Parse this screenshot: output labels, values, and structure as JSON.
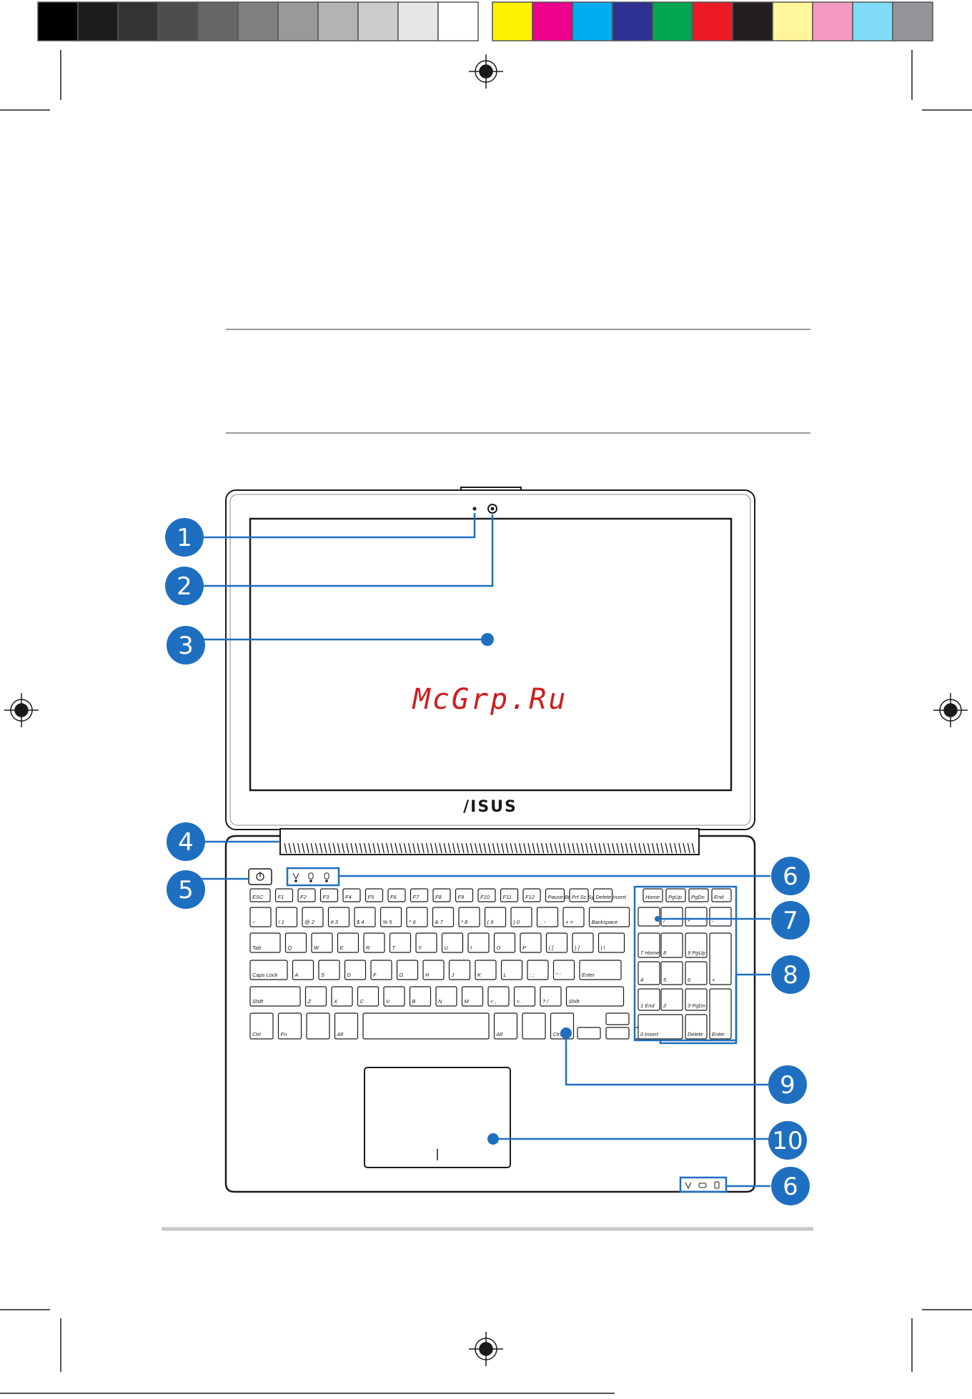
{
  "color_bar": {
    "grays": [
      "#000000",
      "#1c1c1c",
      "#333333",
      "#4d4d4d",
      "#666666",
      "#808080",
      "#999999",
      "#b3b3b3",
      "#cccccc",
      "#e6e6e6",
      "#ffffff"
    ],
    "colors": [
      "#fff200",
      "#ec008c",
      "#00aeef",
      "#2e3192",
      "#00a651",
      "#ed1c24",
      "#231f20",
      "#fff799",
      "#f49ac1",
      "#7fdbf7",
      "#939598"
    ]
  },
  "diagram": {
    "brand": "/ISUS",
    "watermark": "McGrp.Ru",
    "accent_color": "#1f6fc0",
    "callouts": [
      "1",
      "2",
      "3",
      "4",
      "5",
      "6",
      "7",
      "8",
      "9",
      "10",
      "6"
    ]
  },
  "keyboard": {
    "row_fn": [
      "ESC",
      "F1",
      "F2",
      "F3",
      "F4",
      "F5",
      "F6",
      "F7",
      "F8",
      "F9",
      "F10",
      "F11",
      "F12",
      "Pause Break",
      "Prt Sc SysRq",
      "Delete Insert"
    ],
    "row_num": [
      "~",
      "! 1",
      "@ 2",
      "# 3",
      "$ 4",
      "% 5",
      "^ 6",
      "& 7",
      "* 8",
      "( 9",
      ") 0",
      "_ -",
      "+ =",
      "Backspace"
    ],
    "row_q": [
      "Tab",
      "Q",
      "W",
      "E",
      "R",
      "T",
      "Y",
      "U",
      "I",
      "O",
      "P",
      "{ [",
      "} ]",
      "| \\"
    ],
    "row_a": [
      "Caps Lock",
      "A",
      "S",
      "D",
      "F",
      "G",
      "H",
      "J",
      "K",
      "L",
      ": ;",
      "\" '",
      "Enter"
    ],
    "row_z": [
      "Shift",
      "Z",
      "X",
      "C",
      "V",
      "B",
      "N",
      "M",
      "< ,",
      "> .",
      "? /",
      "Shift"
    ],
    "row_bottom": [
      "Ctrl",
      "Fn",
      "",
      "Alt",
      "",
      "Alt",
      "",
      "Ctrl"
    ],
    "numpad_top": [
      "Home",
      "PgUp",
      "PgDn",
      "End"
    ],
    "numpad_r1": [
      "",
      "/",
      "*",
      "-"
    ],
    "numpad_r2": [
      "7 Home",
      "8",
      "9 PgUp",
      "+"
    ],
    "numpad_r3": [
      "4",
      "5",
      "6"
    ],
    "numpad_r4": [
      "1 End",
      "2",
      "3 PgDn",
      "Enter"
    ],
    "numpad_r5": [
      "0 Insert",
      "Delete"
    ]
  }
}
